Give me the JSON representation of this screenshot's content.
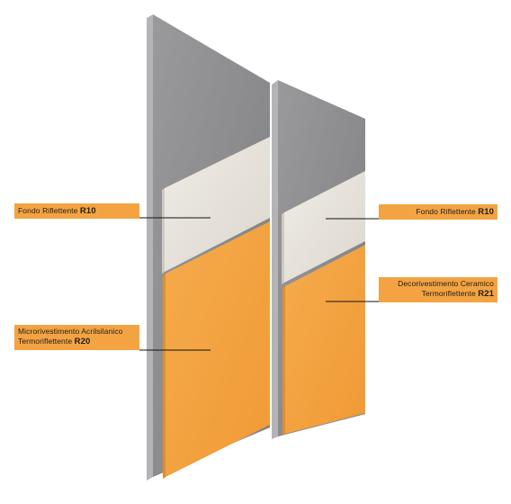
{
  "labels": {
    "left_top": {
      "text": "Fondo Riflettente ",
      "code": "R10"
    },
    "left_bottom": {
      "line1": "Microrivestimento Acrilsilanico",
      "line2": "Termoriflettente ",
      "code": "R20"
    },
    "right_top": {
      "text": "Fondo Riflettente ",
      "code": "R10"
    },
    "right_bottom": {
      "line1": "Decorivestimento Ceramico",
      "line2": "Termoriflettente ",
      "code": "R21"
    }
  },
  "colors": {
    "concrete": "#8a8a8c",
    "concrete_side": "#a9a9ab",
    "primer": "#e6e2da",
    "coating": "#f4a342",
    "coating_edge": "#e08f2e",
    "leader": "#111111"
  }
}
